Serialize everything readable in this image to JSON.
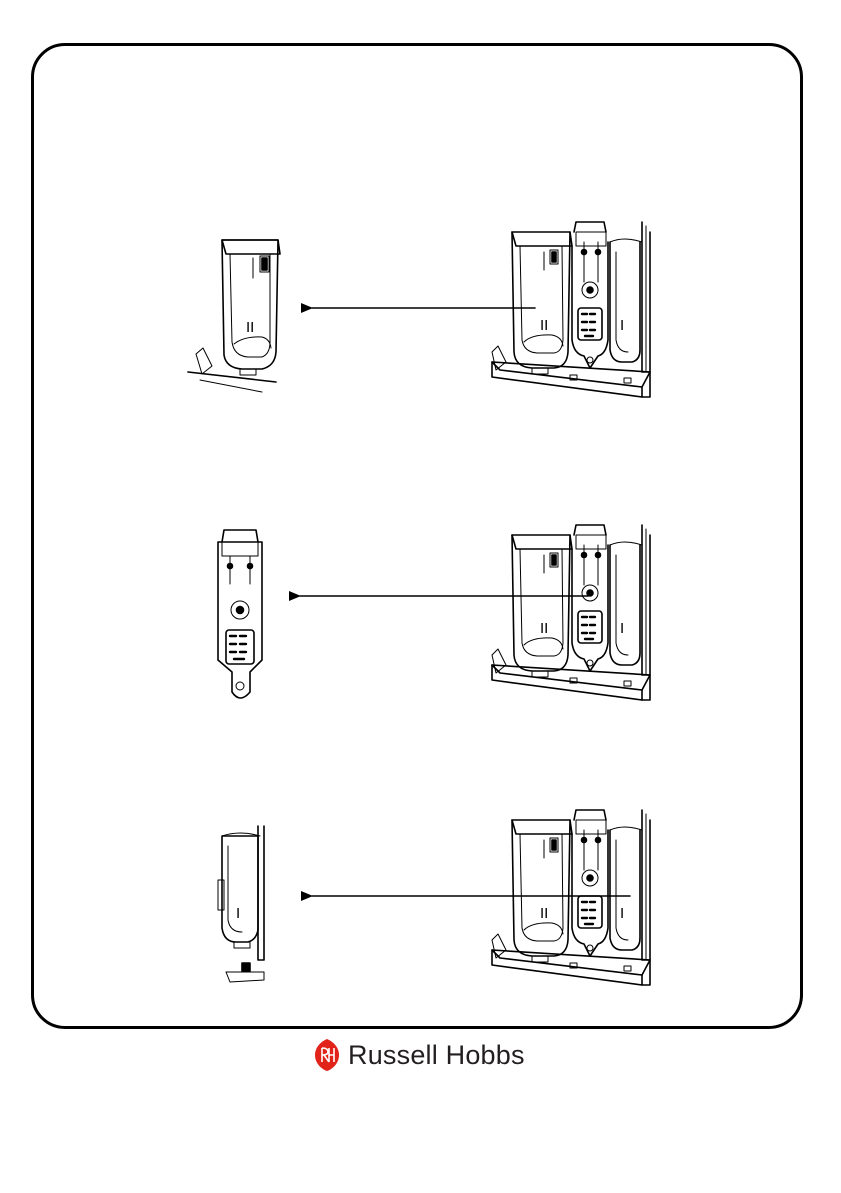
{
  "brand": {
    "name": "Russell Hobbs",
    "logo_color": "#e2231a"
  },
  "diagrams": [
    {
      "id": "step-1",
      "compartment_marking": "II",
      "removed_part": "compartment II insert"
    },
    {
      "id": "step-2",
      "compartment_marking": "",
      "removed_part": "centre conditioner insert"
    },
    {
      "id": "step-3",
      "compartment_marking": "I",
      "removed_part": "compartment I insert"
    }
  ],
  "drawer_markings": {
    "left": "II",
    "right": "I"
  }
}
